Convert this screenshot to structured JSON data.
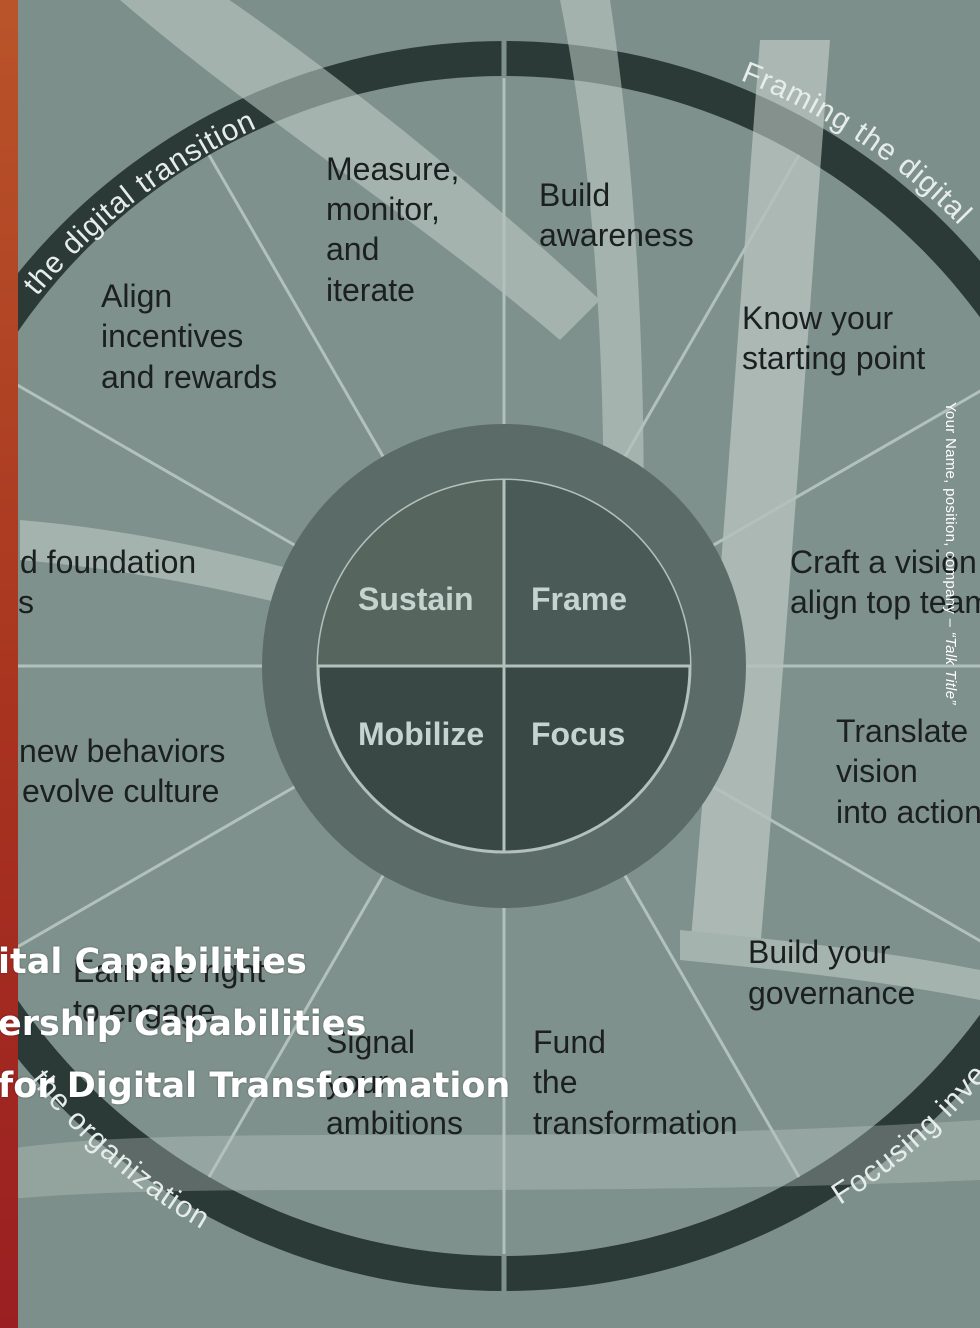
{
  "diagram": {
    "outer_ring_labels": {
      "top_left": "the digital transition",
      "top_right": "Framing the digital",
      "bottom_left": "the organization",
      "bottom_right": "Focusing inve"
    },
    "segments": {
      "measure": [
        "Measure,",
        "monitor,",
        "and",
        "iterate"
      ],
      "build_awareness": [
        "Build",
        "awareness"
      ],
      "align_incentives": [
        "Align",
        "incentives",
        "and rewards"
      ],
      "know_starting_point": [
        "Know your",
        "starting point"
      ],
      "foundation": [
        "d foundation",
        "s"
      ],
      "craft_vision": [
        "Craft a vision",
        "align top team"
      ],
      "new_behaviors": [
        "new behaviors",
        "evolve culture"
      ],
      "translate_vision": [
        "Translate",
        "vision",
        "into action"
      ],
      "earn_right": [
        "Earn the right",
        "to engage"
      ],
      "build_governance": [
        "Build your",
        "governance"
      ],
      "signal_ambitions": [
        "Signal",
        "your",
        "ambitions"
      ],
      "fund_transformation": [
        "Fund",
        "the",
        "transformation"
      ]
    },
    "quadrants": {
      "sustain": "Sustain",
      "frame": "Frame",
      "mobilize": "Mobilize",
      "focus": "Focus"
    }
  },
  "side_caption": {
    "prefix": "Your Name, position, company  –  ",
    "talk_title": "“Talk Title”"
  },
  "title": {
    "line1": "ital Capabilities",
    "line2": "ership Capabilities",
    "line3": "for Digital Transformation"
  },
  "colors": {
    "background": "#7d8f8a",
    "outer_ring": "#2c3a37",
    "inner_ring": "#5b6b67",
    "core": "#3a4845",
    "accent_bar": "#a8331f",
    "divider": "#b3c1bd"
  }
}
